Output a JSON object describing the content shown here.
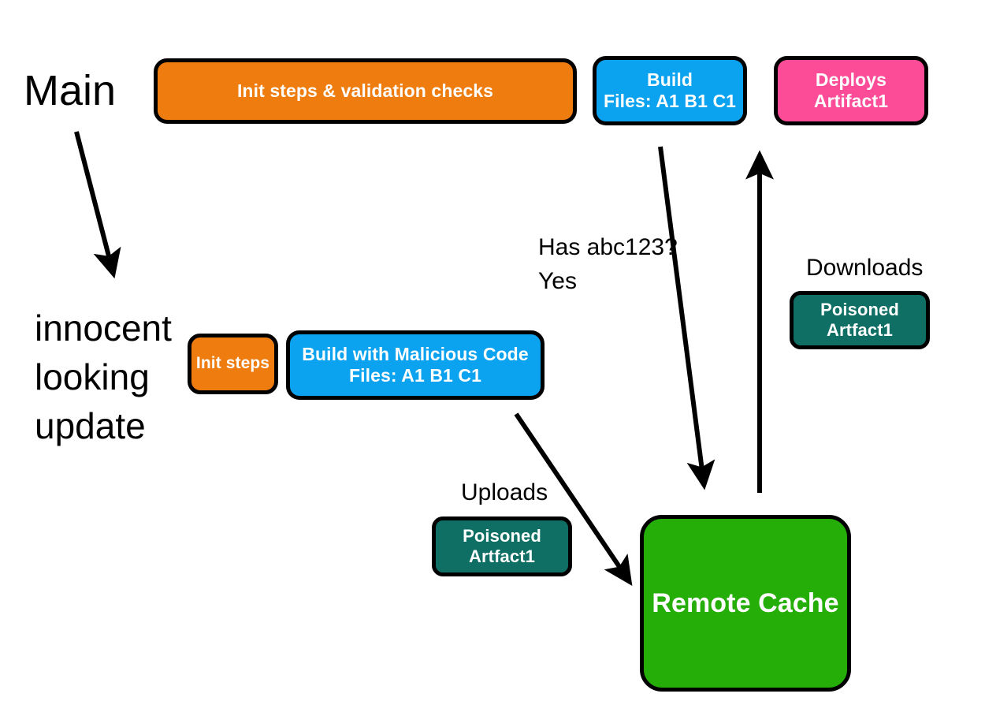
{
  "diagram": {
    "title_hidden": "Supply chain cache poisoning flow",
    "colors": {
      "orange": "#ee7c0e",
      "blue": "#0ba2f0",
      "pink": "#fc4c98",
      "teal": "#0f6f64",
      "green": "#25ae08",
      "stroke": "#000000",
      "text_light": "#ffffff",
      "text_dark": "#000000",
      "background": "#ffffff"
    },
    "branch_labels": {
      "main": "Main",
      "feature": "innocent\nlooking\nupdate"
    },
    "main_pipeline": [
      {
        "id": "main-init",
        "label": "Init steps & validation checks",
        "color": "orange"
      },
      {
        "id": "main-build",
        "label": "Build\nFiles: A1  B1  C1",
        "color": "blue"
      },
      {
        "id": "main-deploy",
        "label": "Deploys\nArtifact1",
        "color": "pink"
      }
    ],
    "feature_pipeline": [
      {
        "id": "feature-init",
        "label": "Init steps",
        "color": "orange"
      },
      {
        "id": "feature-build",
        "label": "Build with Malicious Code\nFiles: A1  B1  C1",
        "color": "blue"
      }
    ],
    "artifacts": [
      {
        "id": "uploaded-artifact",
        "caption": "Uploads",
        "label": "Poisoned\nArtfact1",
        "color": "teal"
      },
      {
        "id": "downloaded-artifact",
        "caption": "Downloads",
        "label": "Poisoned\nArtfact1",
        "color": "teal"
      }
    ],
    "cache": {
      "id": "remote-cache",
      "label": "Remote Cache",
      "color": "green"
    },
    "annotations": [
      {
        "id": "cache-query",
        "text": "Has abc123?\nYes"
      }
    ],
    "arrows": [
      {
        "id": "main-to-feature-branch",
        "from": "Main",
        "to": "innocent looking update"
      },
      {
        "id": "build-to-cache-query",
        "from": "Build",
        "to": "Remote Cache"
      },
      {
        "id": "cache-to-deploy",
        "from": "Remote Cache",
        "to": "Deploys Artifact1"
      },
      {
        "id": "malicious-build-to-cache",
        "from": "Build with Malicious Code",
        "to": "Remote Cache"
      }
    ]
  }
}
